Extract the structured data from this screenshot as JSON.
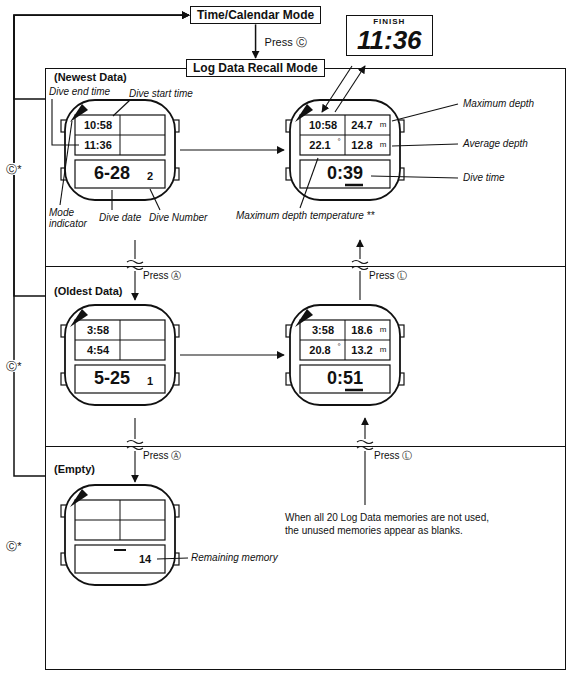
{
  "diagram": {
    "nodes": [
      {
        "text": [
          "Time/Calendar Mode"
        ]
      },
      {
        "text": [
          "Log Data Recall Mode"
        ]
      },
      {
        "text": [
          "(Newest Data)"
        ],
        "in": 1
      },
      {
        "text": [
          "FINISH",
          "11:36"
        ],
        "in": 2
      },
      {
        "text": [
          "(Oldest Data)"
        ],
        "in": 1
      },
      {
        "text": [
          "(Empty)"
        ],
        "in": 1
      }
    ],
    "edges": [
      {
        "from": 0,
        "to": 1,
        "arrow": "to",
        "label": "Press Ⓒ"
      },
      {
        "from": 2,
        "to": 0,
        "arrow": "to",
        "label": "Ⓒ*"
      },
      {
        "from": 4,
        "to": 0,
        "arrow": "to",
        "label": "Ⓒ*"
      },
      {
        "from": 5,
        "to": 0,
        "arrow": "to",
        "label": "Ⓒ*"
      }
    ],
    "labels": [
      "Dive end time",
      "Dive start time",
      "10:58",
      "11:36",
      "6-28",
      "2",
      "Mode indicator",
      "Dive date",
      "Dive Number",
      "Maximum depth",
      "10:58",
      "24.7",
      "m",
      "22.1",
      "°",
      "12.8",
      "m",
      "Average depth",
      "0:39",
      "Dive time",
      "Maximum depth temperature **",
      "Press Ⓐ",
      "Press Ⓛ",
      "3:58",
      "4:54",
      "5-25",
      "1",
      "3:58",
      "18.6",
      "m",
      "20.8",
      "°",
      "13.2",
      "m",
      "0:51",
      "Press Ⓐ",
      "Press Ⓛ",
      "14",
      "Remaining memory",
      "When all 20 Log Data memories are not used, the unused memories appear as blanks."
    ]
  }
}
